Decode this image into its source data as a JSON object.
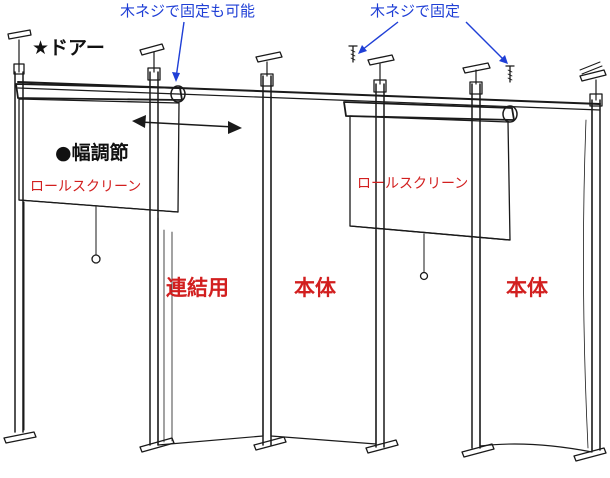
{
  "labels": {
    "screw_fix_possible": "木ネジで固定も可能",
    "screw_fix": "木ネジで固定",
    "door": "★ドアー",
    "width_adjust": "●幅調節",
    "roll_screen_left": "ロールスクリーン",
    "roll_screen_right": "ロールスクリーン",
    "connector": "連結用",
    "main_body_center": "本体",
    "main_body_right": "本体"
  },
  "colors": {
    "annotation_blue": "#1f3fd6",
    "label_red": "#d21f1f",
    "ink": "#1a1a1a"
  },
  "icons": {
    "double_arrow": "double-headed-arrow",
    "screws": "wood-screw"
  }
}
